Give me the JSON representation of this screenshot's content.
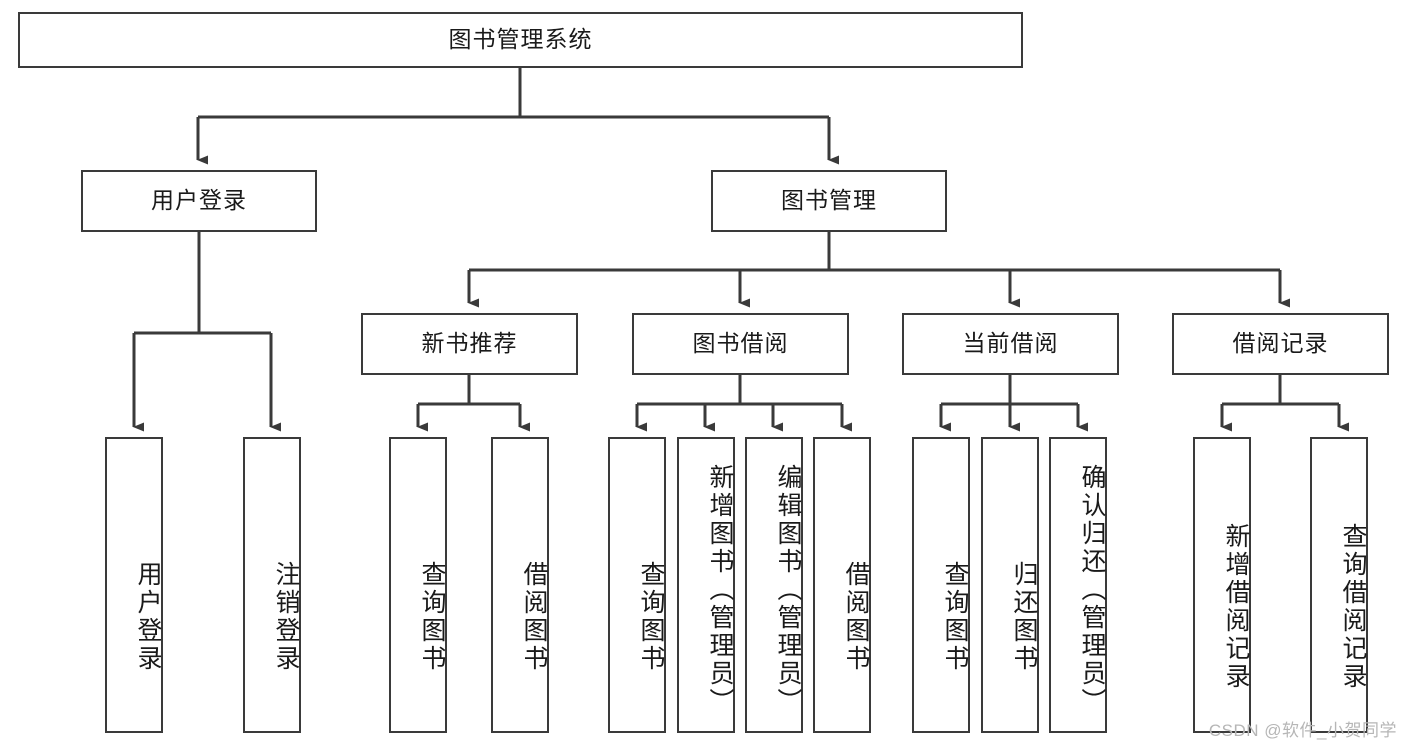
{
  "diagram": {
    "title": "图书管理系统",
    "type": "hierarchy-tree",
    "orientation": "top-down",
    "line_color": "#3a3a3a",
    "box_fill": "#ffffff",
    "text_color": "#1a1a1a",
    "watermark": "CSDN @软件_小贺同学"
  },
  "chart_data": {
    "type": "table",
    "title": "图书管理系统",
    "levels": [
      {
        "level": 1,
        "nodes": [
          "图书管理系统"
        ]
      },
      {
        "level": 2,
        "nodes": [
          "用户登录",
          "图书管理"
        ]
      },
      {
        "level": 3,
        "nodes": [
          "新书推荐",
          "图书借阅",
          "当前借阅",
          "借阅记录"
        ]
      },
      {
        "level": 4,
        "nodes": [
          "用户登录",
          "注销登录",
          "查询图书",
          "借阅图书",
          "查询图书",
          "新增图书（管理员）",
          "编辑图书（管理员）",
          "借阅图书",
          "查询图书",
          "归还图书",
          "确认归还（管理员）",
          "新增借阅记录",
          "查询借阅记录"
        ]
      }
    ],
    "edges": [
      {
        "from": "图书管理系统",
        "to": "用户登录"
      },
      {
        "from": "图书管理系统",
        "to": "图书管理"
      },
      {
        "from": "用户登录",
        "to": "用户登录"
      },
      {
        "from": "用户登录",
        "to": "注销登录"
      },
      {
        "from": "图书管理",
        "to": "新书推荐"
      },
      {
        "from": "图书管理",
        "to": "图书借阅"
      },
      {
        "from": "图书管理",
        "to": "当前借阅"
      },
      {
        "from": "图书管理",
        "to": "借阅记录"
      },
      {
        "from": "新书推荐",
        "to": "查询图书"
      },
      {
        "from": "新书推荐",
        "to": "借阅图书"
      },
      {
        "from": "图书借阅",
        "to": "查询图书"
      },
      {
        "from": "图书借阅",
        "to": "新增图书（管理员）"
      },
      {
        "from": "图书借阅",
        "to": "编辑图书（管理员）"
      },
      {
        "from": "图书借阅",
        "to": "借阅图书"
      },
      {
        "from": "当前借阅",
        "to": "查询图书"
      },
      {
        "from": "当前借阅",
        "to": "归还图书"
      },
      {
        "from": "当前借阅",
        "to": "确认归还（管理员）"
      },
      {
        "from": "借阅记录",
        "to": "新增借阅记录"
      },
      {
        "from": "借阅记录",
        "to": "查询借阅记录"
      }
    ]
  },
  "nodes": {
    "root": {
      "label": "图书管理系统"
    },
    "level2": [
      {
        "id": "user-login",
        "label": "用户登录"
      },
      {
        "id": "book-manage",
        "label": "图书管理"
      }
    ],
    "level3": [
      {
        "id": "new-book-rec",
        "label": "新书推荐"
      },
      {
        "id": "book-borrow",
        "label": "图书借阅"
      },
      {
        "id": "current-borrow",
        "label": "当前借阅"
      },
      {
        "id": "borrow-record",
        "label": "借阅记录"
      }
    ],
    "leaves": [
      {
        "id": "leaf-user-login",
        "label": "用户登录"
      },
      {
        "id": "leaf-logout",
        "label": "注销登录"
      },
      {
        "id": "leaf-query-book-1",
        "label": "查询图书"
      },
      {
        "id": "leaf-borrow-book-1",
        "label": "借阅图书"
      },
      {
        "id": "leaf-query-book-2",
        "label": "查询图书"
      },
      {
        "id": "leaf-add-book",
        "label": "新增图书（管理员）"
      },
      {
        "id": "leaf-edit-book",
        "label": "编辑图书（管理员）"
      },
      {
        "id": "leaf-borrow-book-2",
        "label": "借阅图书"
      },
      {
        "id": "leaf-query-book-3",
        "label": "查询图书"
      },
      {
        "id": "leaf-return-book",
        "label": "归还图书"
      },
      {
        "id": "leaf-confirm-return",
        "label": "确认归还（管理员）"
      },
      {
        "id": "leaf-add-record",
        "label": "新增借阅记录"
      },
      {
        "id": "leaf-query-record",
        "label": "查询借阅记录"
      }
    ]
  }
}
